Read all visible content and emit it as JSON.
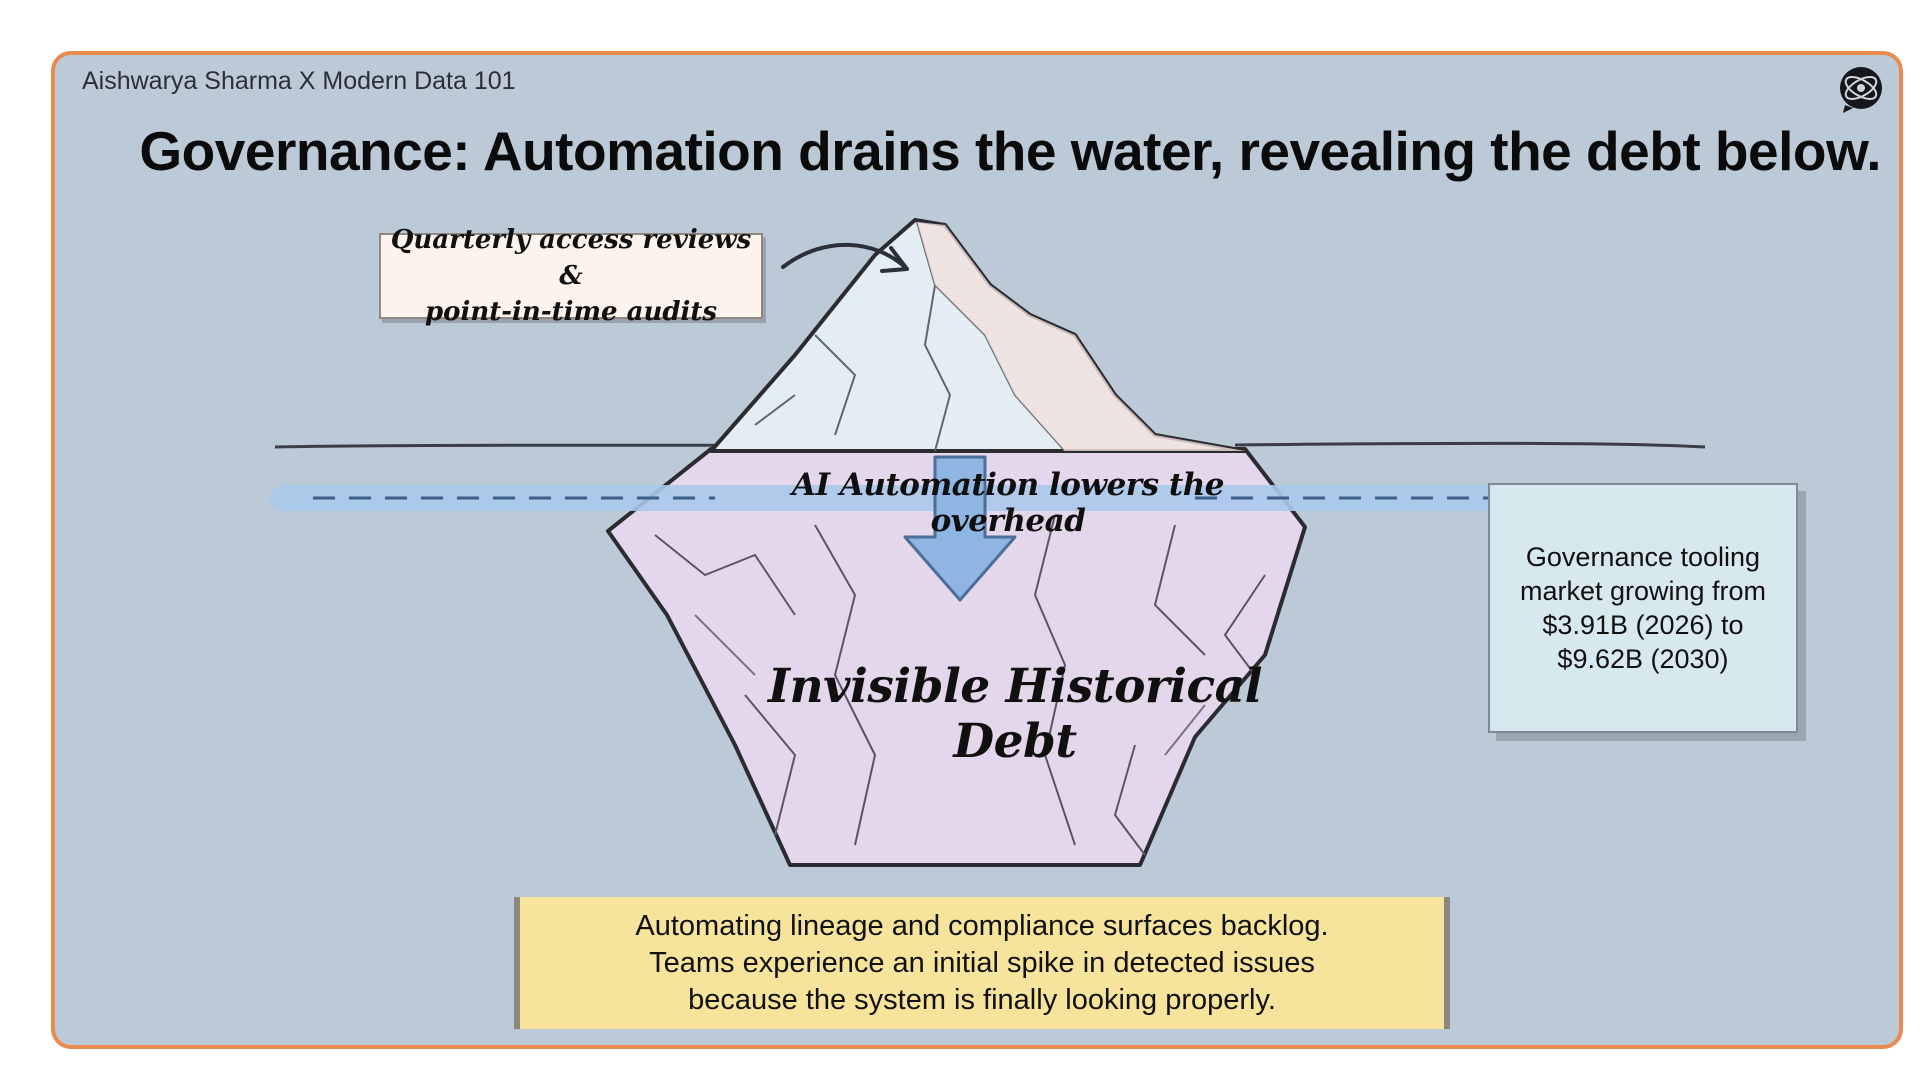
{
  "header": {
    "attribution": "Aishwarya Sharma X Modern Data 101",
    "title": "Governance: Automation drains the water, revealing the debt below."
  },
  "callouts": {
    "top_lines": [
      "Quarterly access reviews &",
      "point-in-time audits"
    ],
    "waterline": "AI Automation lowers the overhead",
    "debt": "Invisible Historical Debt",
    "market_lines": [
      "Governance tooling",
      "market growing from",
      "$3.91B (2026) to",
      "$9.62B (2030)"
    ],
    "bottom_lines": [
      "Automating lineage and compliance surfaces backlog.",
      "Teams experience an initial spike in detected issues",
      "because the system is finally looking properly."
    ]
  },
  "icons": [
    "chat-logo-icon",
    "curved-arrow-icon",
    "down-arrow-icon"
  ],
  "colors": {
    "background": "#bccad8",
    "frame": "#e98a4f",
    "ice_above": "#e4edf3",
    "ice_below": "#e4d7ec",
    "waterline_band": "#a9c9ea",
    "arrow": "#8fb5e2",
    "market_box": "#d8e8ef",
    "bottom_box": "#f6e39c"
  }
}
